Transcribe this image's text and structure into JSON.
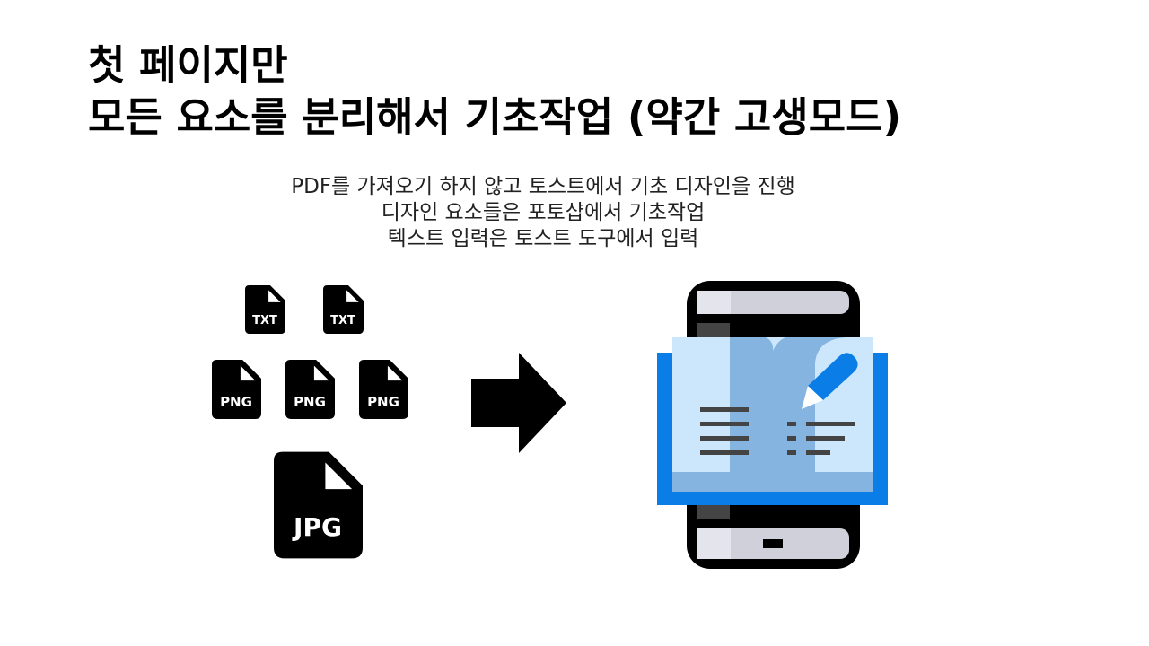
{
  "title": {
    "line1": "첫 페이지만",
    "line2": "모든 요소를 분리해서 기초작업 (약간 고생모드)"
  },
  "description": [
    "PDF를 가져오기 하지 않고 토스트에서 기초 디자인을 진행",
    "디자인 요소들은 포토샵에서 기초작업",
    "텍스트 입력은 토스트 도구에서 입력"
  ],
  "files": {
    "txt": [
      "TXT",
      "TXT"
    ],
    "png": [
      "PNG",
      "PNG",
      "PNG"
    ],
    "jpg": "JPG"
  },
  "icons": [
    "file-txt-icon",
    "file-png-icon",
    "file-jpg-icon",
    "arrow-right-icon",
    "mobile-ebook-icon"
  ],
  "colors": {
    "blue": "#0a7de6",
    "page": "#cce7fb",
    "page_mid": "#85b4e0",
    "dark": "#000000"
  }
}
